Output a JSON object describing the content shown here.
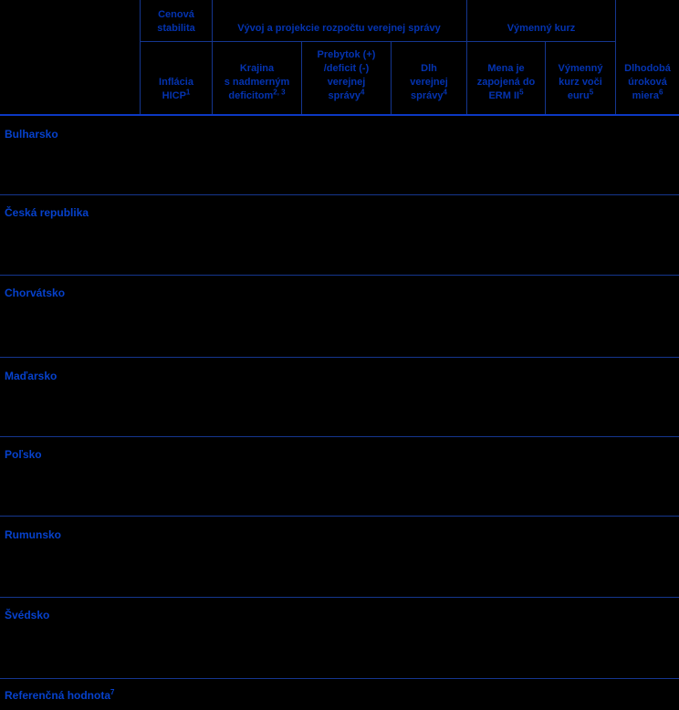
{
  "table": {
    "header": {
      "price_stability_group": {
        "line1": "Cenová",
        "line2": "stabilita"
      },
      "fiscal_group": "Vývoj a projekcie rozpočtu verejnej správy",
      "exchange_group": "Výmenný kurz",
      "hicp": {
        "line1": "Inflácia",
        "line2": "HICP",
        "sup": "1"
      },
      "deficit_country": {
        "line1": "Krajina",
        "line2": "s nadmerným",
        "line3": "deficitom",
        "sup": "2, 3"
      },
      "surplus_deficit": {
        "line1": "Prebytok (+)",
        "line2": "/deficit (-)",
        "line3": "verejnej",
        "line4": "správy",
        "sup": "4"
      },
      "debt": {
        "line1": "Dlh",
        "line2": "verejnej",
        "line3": "správy",
        "sup": "4"
      },
      "erm": {
        "line1": "Mena je",
        "line2": "zapojená do",
        "line3": "ERM II",
        "sup": "5"
      },
      "fx_rate": {
        "line1": "Výmenný",
        "line2": "kurz voči",
        "line3": "euru",
        "sup": "5"
      },
      "interest": {
        "line1": "Dlhodobá",
        "line2": "úroková",
        "line3": "miera",
        "sup": "6"
      }
    },
    "rows": [
      {
        "label": "Bulharsko"
      },
      {
        "label": "Česká republika"
      },
      {
        "label": "Chorvátsko"
      },
      {
        "label": "Maďarsko"
      },
      {
        "label": "Poľsko"
      },
      {
        "label": "Rumunsko"
      },
      {
        "label": "Švédsko"
      }
    ],
    "reference_row": {
      "label": "Referenčná hodnota",
      "sup": "7"
    }
  },
  "colors": {
    "background": "#000000",
    "grid_line": "#15368f",
    "header_bottom_line": "#0c38c4",
    "header_text": "#0433b0",
    "row_label_text": "#0641cc"
  }
}
